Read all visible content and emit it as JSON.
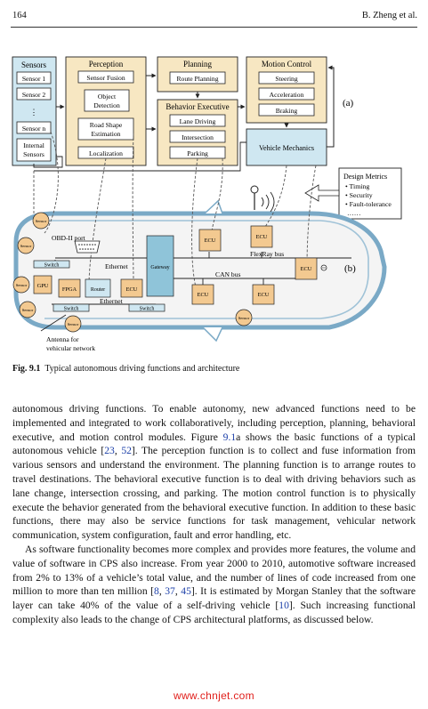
{
  "header": {
    "page_number": "164",
    "author": "B. Zheng et al."
  },
  "figure": {
    "label_a": "(a)",
    "label_b": "(b)",
    "sensors": {
      "title": "Sensors",
      "items": [
        "Sensor 1",
        "Sensor 2",
        "⋮",
        "Sensor n",
        "Internal",
        "Sensors"
      ]
    },
    "perception": {
      "title": "Perception",
      "items": [
        "Sensor Fusion",
        "Object",
        "Detection",
        "Road Shape",
        "Estimation",
        "Localization"
      ]
    },
    "planning": {
      "title": "Planning",
      "items": [
        "Route Planning"
      ]
    },
    "behavior": {
      "title": "Behavior Executive",
      "items": [
        "Lane Driving",
        "Intersection",
        "Parking"
      ]
    },
    "motion": {
      "title": "Motion Control",
      "items": [
        "Steering",
        "Acceleration",
        "Braking"
      ]
    },
    "mechanics": "Vehicle Mechanics",
    "design_metrics": {
      "title": "Design Metrics",
      "items": [
        "• Timing",
        "• Security",
        "• Fault-tolerance",
        "……"
      ]
    },
    "vehicle": {
      "sensor": "Sensor",
      "obd": "OBD-II port",
      "gpu": "GPU",
      "fpga": "FPGA",
      "router": "Router",
      "ecu": "ECU",
      "gateway": "Gateway",
      "switch": "Switch",
      "ethernet": "Ethernet",
      "flexray": "FlexRay bus",
      "canbus": "CAN bus",
      "antenna1": "Antenna for",
      "antenna2": "vehicular network"
    }
  },
  "caption": {
    "label": "Fig. 9.1",
    "text": "Typical autonomous driving functions and architecture"
  },
  "body": {
    "p1": [
      "autonomous driving functions. To enable autonomy, new advanced functions need to be implemented and integrated to work collaboratively, including perception, planning, behavioral executive, and motion control modules. Figure ",
      "9.1",
      "a shows the basic functions of a typical autonomous vehicle [",
      "23",
      ", ",
      "52",
      "]. The perception function is to collect and fuse information from various sensors and understand the environment. The planning function is to arrange routes to travel destinations. The behavioral executive function is to deal with driving behaviors such as lane change, intersection crossing, and parking. The motion control function is to physically execute the behavior generated from the behavioral executive function. In addition to these basic functions, there may also be service functions for task management, vehicular network communication, system configuration, fault and error handling, etc."
    ],
    "p2": [
      "As software functionality becomes more complex and provides more features, the volume and value of software in CPS also increase. From year 2000 to 2010, automotive software increased from 2% to 13% of a vehicle’s total value, and the number of lines of code increased from one million to more than ten million [",
      "8",
      ", ",
      "37",
      ", ",
      "45",
      "]. It is estimated by Morgan Stanley that the software layer can take 40% of the value of a self-driving vehicle [",
      "10",
      "]. Such increasing functional complexity also leads to the change of CPS architectural platforms, as discussed below."
    ]
  },
  "watermark": "www.chnjet.com"
}
